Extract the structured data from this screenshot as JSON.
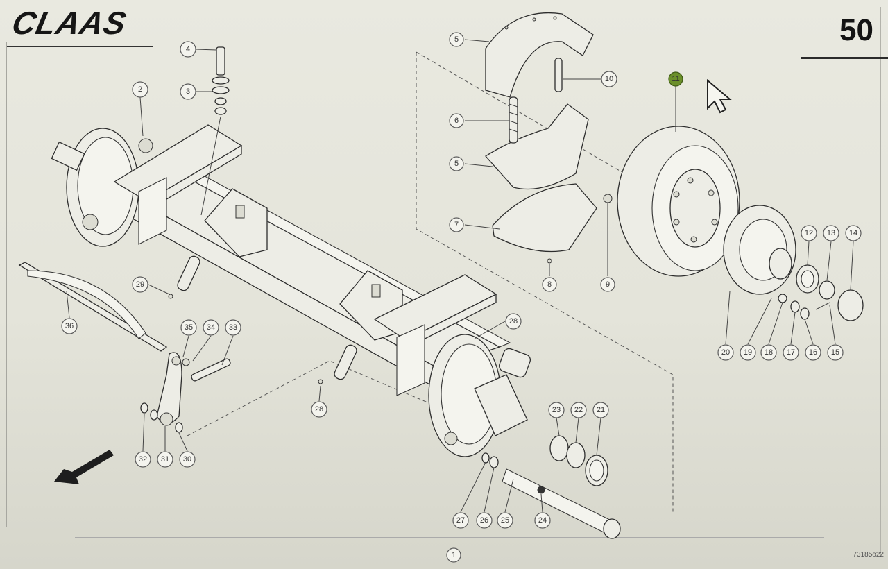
{
  "header": {
    "brand": "CLAAS",
    "page_number": "50"
  },
  "drawing_code": "73185o22",
  "callouts": [
    {
      "id": "1",
      "label": "1"
    },
    {
      "id": "2",
      "label": "2"
    },
    {
      "id": "3",
      "label": "3"
    },
    {
      "id": "4",
      "label": "4"
    },
    {
      "id": "5a",
      "label": "5"
    },
    {
      "id": "5b",
      "label": "5"
    },
    {
      "id": "6",
      "label": "6"
    },
    {
      "id": "7",
      "label": "7"
    },
    {
      "id": "8",
      "label": "8"
    },
    {
      "id": "9",
      "label": "9"
    },
    {
      "id": "10",
      "label": "10"
    },
    {
      "id": "11",
      "label": "11"
    },
    {
      "id": "12",
      "label": "12"
    },
    {
      "id": "13",
      "label": "13"
    },
    {
      "id": "14",
      "label": "14"
    },
    {
      "id": "15",
      "label": "15"
    },
    {
      "id": "16",
      "label": "16"
    },
    {
      "id": "17",
      "label": "17"
    },
    {
      "id": "18",
      "label": "18"
    },
    {
      "id": "19",
      "label": "19"
    },
    {
      "id": "20",
      "label": "20"
    },
    {
      "id": "21",
      "label": "21"
    },
    {
      "id": "22",
      "label": "22"
    },
    {
      "id": "23",
      "label": "23"
    },
    {
      "id": "24",
      "label": "24"
    },
    {
      "id": "25",
      "label": "25"
    },
    {
      "id": "26",
      "label": "26"
    },
    {
      "id": "27",
      "label": "27"
    },
    {
      "id": "28a",
      "label": "28"
    },
    {
      "id": "28b",
      "label": "28"
    },
    {
      "id": "29",
      "label": "29"
    },
    {
      "id": "30",
      "label": "30"
    },
    {
      "id": "31",
      "label": "31"
    },
    {
      "id": "32",
      "label": "32"
    },
    {
      "id": "33",
      "label": "33"
    },
    {
      "id": "34",
      "label": "34"
    },
    {
      "id": "35",
      "label": "35"
    },
    {
      "id": "36",
      "label": "36"
    }
  ],
  "icons": {
    "direction_arrow": "arrow-down-left-icon",
    "cursor": "mouse-pointer-icon"
  },
  "colors": {
    "ink": "#2d2d2d",
    "paper": "#e9e9e0",
    "highlight": "#6b8f2a"
  }
}
